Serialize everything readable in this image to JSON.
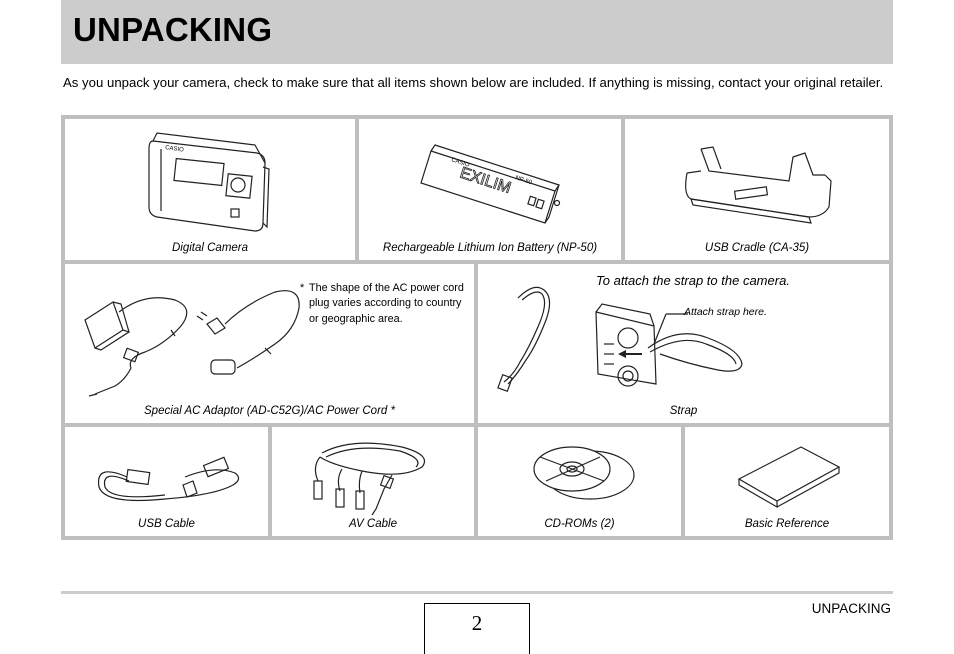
{
  "header": {
    "title": "UNPACKING"
  },
  "intro": "As you unpack your camera, check to make sure that all items shown below are included. If anything is missing, contact your original retailer.",
  "items": {
    "digital_camera": "Digital Camera",
    "battery": "Rechargeable Lithium Ion Battery (NP-50)",
    "usb_cradle": "USB Cradle (CA-35)",
    "ac_adaptor": "Special AC Adaptor (AD-C52G)/AC Power Cord *",
    "strap": "Strap",
    "usb_cable": "USB Cable",
    "av_cable": "AV Cable",
    "cd_roms": "CD-ROMs (2)",
    "basic_reference": "Basic Reference"
  },
  "ac_note": {
    "star": "*",
    "text": "The shape of the AC power cord plug varies according to country or geographic area."
  },
  "strap_panel": {
    "title": "To attach the strap to the camera.",
    "callout": "Attach strap here."
  },
  "footer": {
    "section": "UNPACKING",
    "page": "2"
  },
  "product_text": {
    "camera_brand": "CASIO",
    "battery_brand": "CASIO",
    "battery_logo": "EXILIM",
    "battery_model": "NP-50"
  }
}
